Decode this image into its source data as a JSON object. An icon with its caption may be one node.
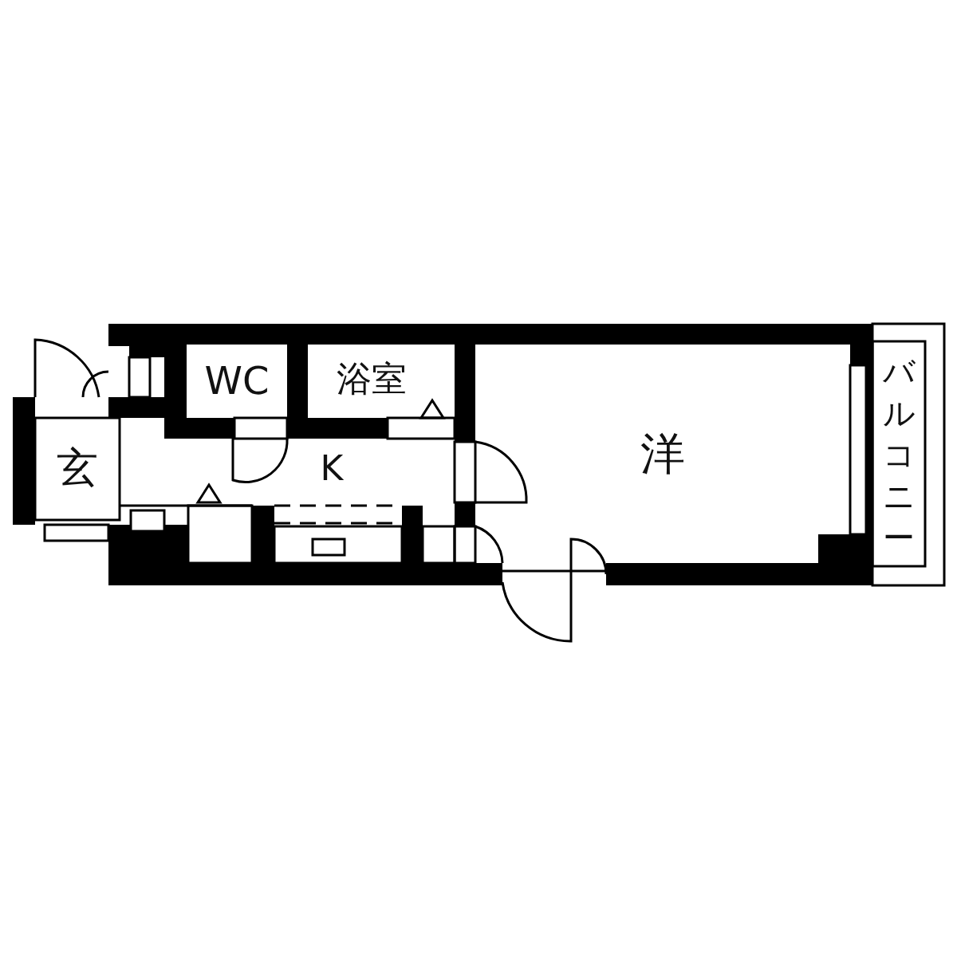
{
  "diagram": {
    "nodes": [
      {
        "text": [
          "WC"
        ]
      },
      {
        "text": [
          "浴室"
        ]
      },
      {
        "text": [
          "洋"
        ]
      },
      {
        "text": [
          "バルコニー"
        ]
      },
      {
        "text": [
          "玄"
        ]
      },
      {
        "text": [
          "K"
        ]
      }
    ]
  }
}
